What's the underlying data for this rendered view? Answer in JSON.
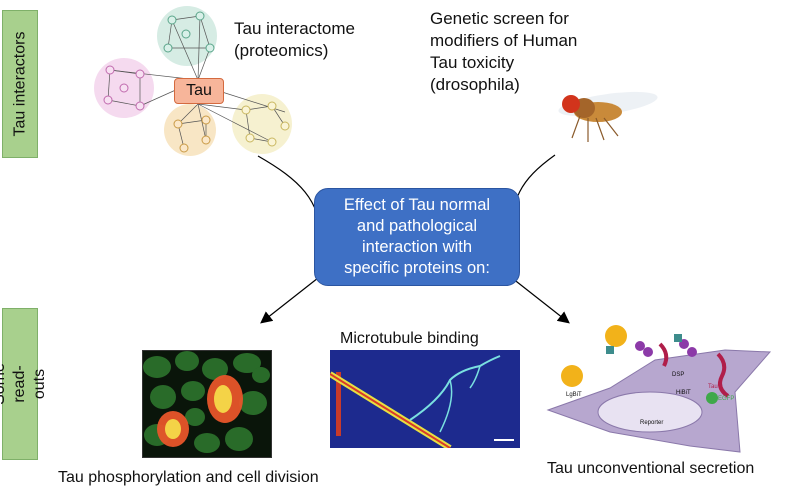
{
  "sidebar": {
    "interactors": "Tau interactors",
    "readouts": "Some read-outs"
  },
  "top": {
    "interactome": [
      "Tau interactome",
      "(proteomics)"
    ],
    "tau_node": "Tau",
    "screen": [
      "Genetic screen for",
      "modifiers of Human",
      "Tau toxicity",
      "(drosophila)"
    ]
  },
  "center": {
    "lines": [
      "Effect of Tau normal",
      "and pathological",
      "interaction with",
      "specific proteins on:"
    ]
  },
  "readouts": {
    "microtubule": "Microtubule binding",
    "phosphorylation": "Tau phosphorylation and cell division",
    "secretion": "Tau unconventional secretion"
  },
  "secretion_diagram": {
    "lgbii": "LgBiT",
    "dsp": "DSP",
    "hibit": "HiBiT",
    "tau": "Tau",
    "egfp": "EGFP",
    "reporter": "Reporter"
  },
  "colors": {
    "tab_green": "#a8d08d",
    "center_blue": "#3e70c5",
    "tau_orange": "#f7b59a"
  }
}
